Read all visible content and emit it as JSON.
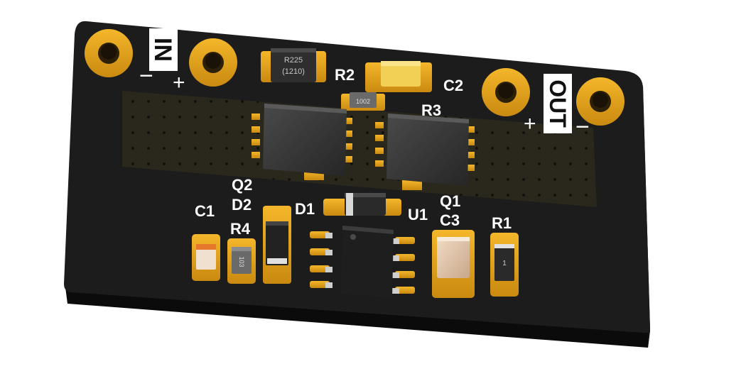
{
  "board": {
    "silkscreen": {
      "in_label": "IN",
      "out_label": "OUT",
      "in_minus": "−",
      "in_plus": "+",
      "out_plus": "+",
      "out_minus": "−",
      "r2": "R2",
      "c2": "C2",
      "r3": "R3",
      "q2": "Q2",
      "d2": "D2",
      "c1": "C1",
      "r4": "R4",
      "d1": "D1",
      "u1": "U1",
      "q1": "Q1",
      "c3": "C3",
      "r1": "R1"
    },
    "markings": {
      "big_resistor_line1": "R225",
      "big_resistor_line2": "(1210)",
      "r3_marking": "1002",
      "r4_marking": "103",
      "r1_marking": "1"
    },
    "colors": {
      "board": "#1b1b1b",
      "pad_gold": "#e5a11a",
      "silkscreen": "#ffffff"
    }
  }
}
